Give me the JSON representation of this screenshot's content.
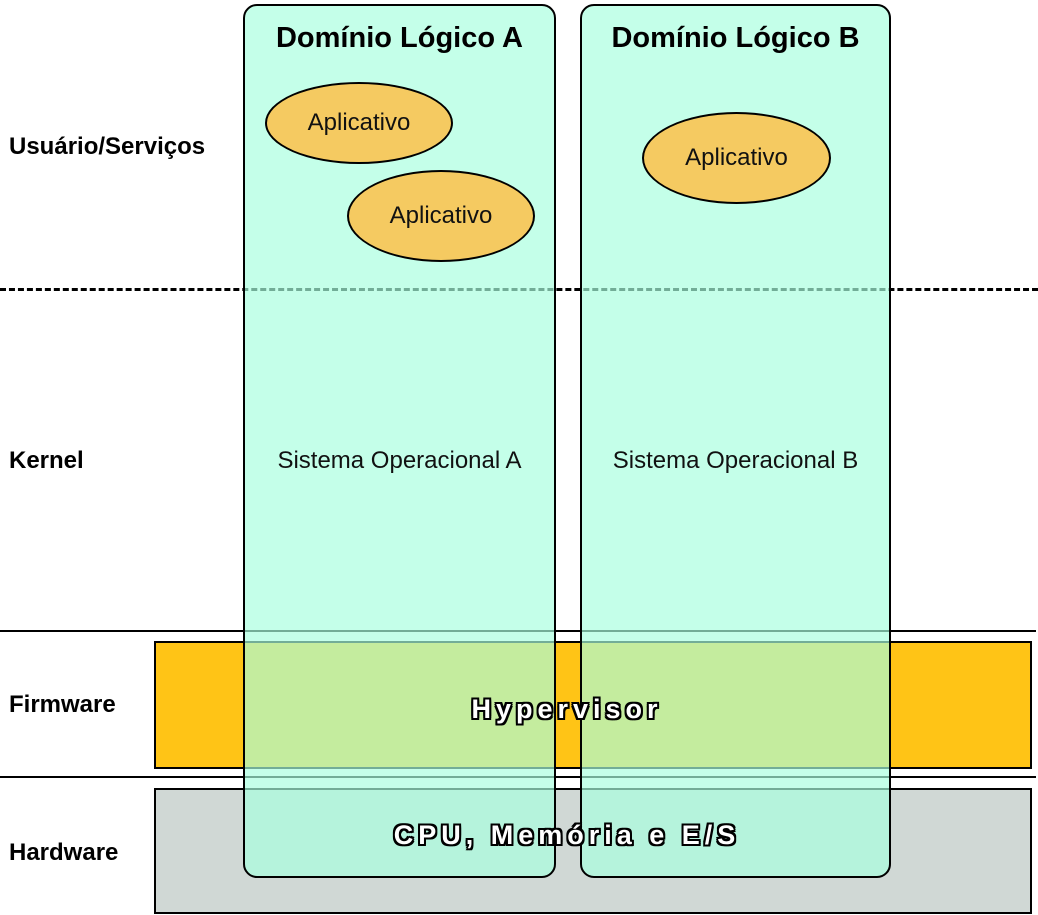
{
  "layers": {
    "user_services": "Usuário/Serviços",
    "kernel": "Kernel",
    "firmware": "Firmware",
    "hardware": "Hardware"
  },
  "domains": [
    {
      "title": "Domínio Lógico A",
      "os": "Sistema Operacional A",
      "apps": [
        "Aplicativo",
        "Aplicativo"
      ]
    },
    {
      "title": "Domínio Lógico B",
      "os": "Sistema Operacional B",
      "apps": [
        "Aplicativo"
      ]
    }
  ],
  "firmware_band": {
    "label": "Hypervisor"
  },
  "hardware_band": {
    "label": "CPU, Memória e E/S"
  },
  "colors": {
    "domain_fill": "#a8ffdf",
    "application_fill": "#f5ca61",
    "firmware_fill": "#ffc416",
    "hardware_fill": "#d0d8d5"
  }
}
